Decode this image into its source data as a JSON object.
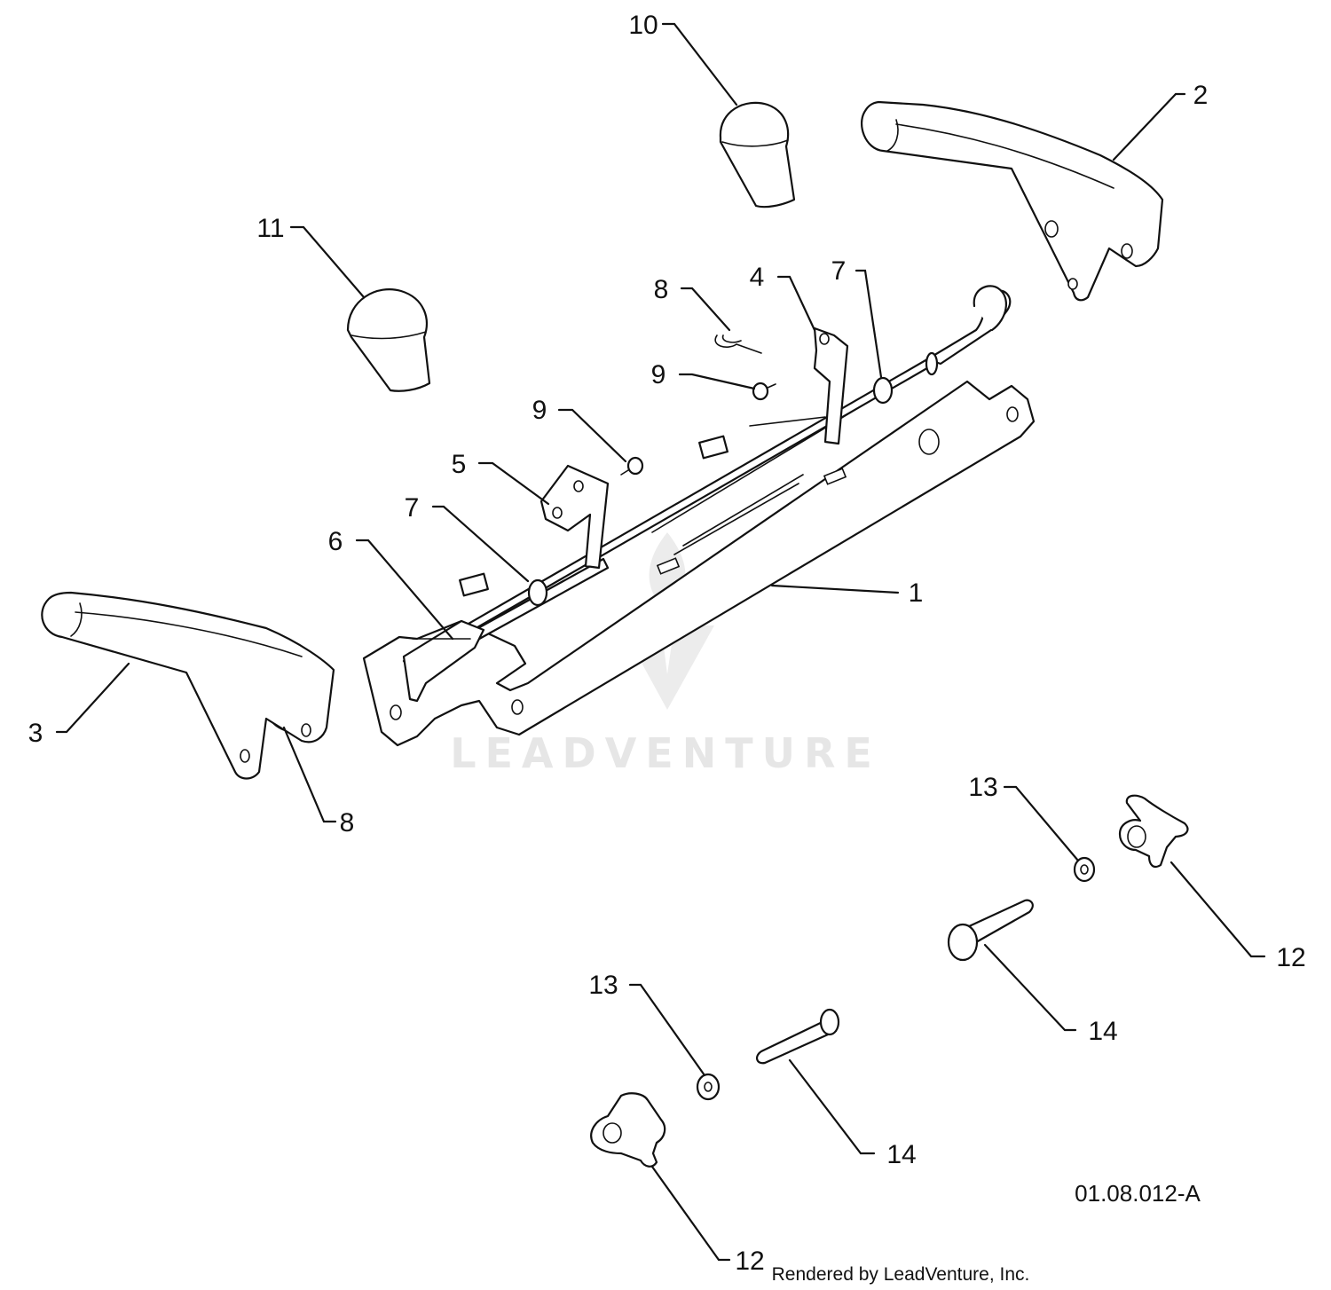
{
  "figure_id": "01.08.012-A",
  "credit": "Rendered by LeadVenture, Inc.",
  "watermark": "LEADVENTURE",
  "callouts": [
    {
      "key": "c1",
      "label": "1"
    },
    {
      "key": "c2",
      "label": "2"
    },
    {
      "key": "c3",
      "label": "3"
    },
    {
      "key": "c4",
      "label": "4"
    },
    {
      "key": "c5",
      "label": "5"
    },
    {
      "key": "c6",
      "label": "6"
    },
    {
      "key": "c7a",
      "label": "7"
    },
    {
      "key": "c7b",
      "label": "7"
    },
    {
      "key": "c8a",
      "label": "8"
    },
    {
      "key": "c8b",
      "label": "8"
    },
    {
      "key": "c9a",
      "label": "9"
    },
    {
      "key": "c9b",
      "label": "9"
    },
    {
      "key": "c10",
      "label": "10"
    },
    {
      "key": "c11",
      "label": "11"
    },
    {
      "key": "c12a",
      "label": "12"
    },
    {
      "key": "c12b",
      "label": "12"
    },
    {
      "key": "c13a",
      "label": "13"
    },
    {
      "key": "c13b",
      "label": "13"
    },
    {
      "key": "c14a",
      "label": "14"
    },
    {
      "key": "c14b",
      "label": "14"
    }
  ]
}
